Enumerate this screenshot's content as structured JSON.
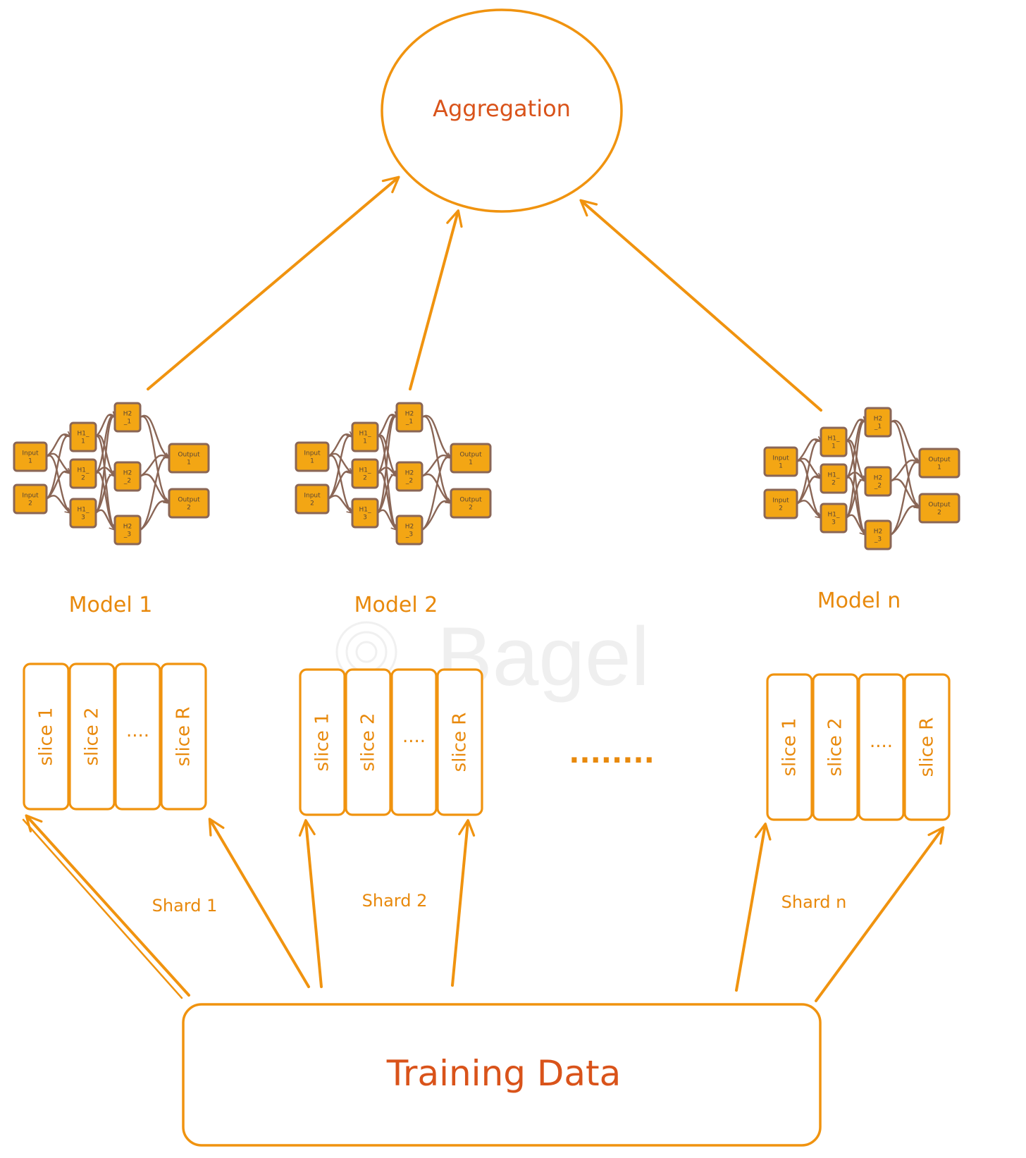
{
  "aggregation": {
    "label": "Aggregation"
  },
  "models": [
    {
      "label": "Model 1",
      "shard": "Shard 1",
      "slices": [
        "slice 1",
        "slice 2",
        "....",
        "slice R"
      ],
      "network": {
        "inputs": [
          "Input 1",
          "Input 2"
        ],
        "hidden1": [
          "H1_ 1",
          "H1_ 2",
          "H1_ 3"
        ],
        "hidden2": [
          "H2 _1",
          "H2 _2",
          "H2 _3"
        ],
        "outputs": [
          "Output 1",
          "Output 2"
        ]
      }
    },
    {
      "label": "Model 2",
      "shard": "Shard 2",
      "slices": [
        "slice 1",
        "slice 2",
        "....",
        "slice R"
      ],
      "network": {
        "inputs": [
          "Input 1",
          "Input 2"
        ],
        "hidden1": [
          "H1_ 1",
          "H1_ 2",
          "H1_ 3"
        ],
        "hidden2": [
          "H2 _1",
          "H2 _2",
          "H2 _3"
        ],
        "outputs": [
          "Output 1",
          "Output 2"
        ]
      }
    },
    {
      "label": "Model n",
      "shard": "Shard n",
      "slices": [
        "slice 1",
        "slice 2",
        "....",
        "slice R"
      ],
      "network": {
        "inputs": [
          "Input 1",
          "Input 2"
        ],
        "hidden1": [
          "H1_ 1",
          "H1_ 2",
          "H1_ 3"
        ],
        "hidden2": [
          "H2 _1",
          "H2 _2",
          "H2 _3"
        ],
        "outputs": [
          "Output 1",
          "Output 2"
        ]
      }
    }
  ],
  "ellipsis": "........",
  "training_data": {
    "label": "Training Data"
  },
  "watermark": {
    "label": "Bagel"
  },
  "colors": {
    "stroke": "#f0930f",
    "text_orange": "#e8890c",
    "text_red": "#d9531a",
    "node_fill": "#f3a614",
    "node_stroke": "#8a6656",
    "edge": "#8a6656",
    "watermark": "#eeeeee"
  }
}
